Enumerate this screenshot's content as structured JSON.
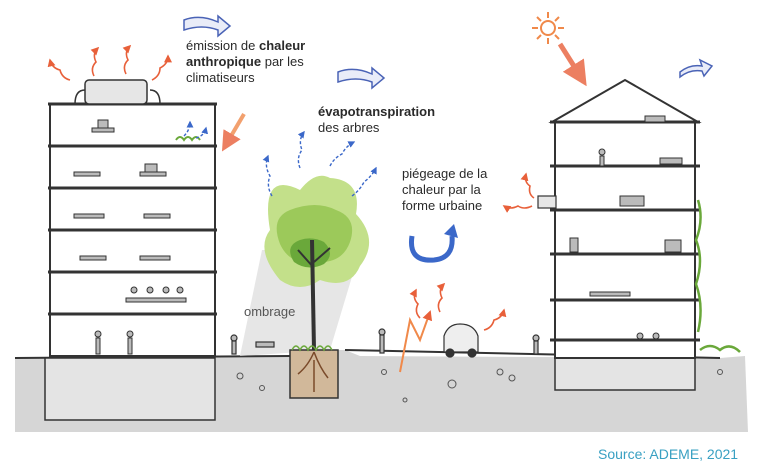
{
  "labels": {
    "emission_prefix": "émission de ",
    "emission_bold1": "chaleur",
    "emission_bold2": "anthropique",
    "emission_suffix": " par les",
    "emission_line3": "climatiseurs",
    "evapo_bold": "évapotranspiration",
    "evapo_line2": "des arbres",
    "piege_line1": "piégeage de la",
    "piege_line2": "chaleur par la",
    "piege_line3": "forme urbaine",
    "ombrage": "ombrage",
    "source": "Source: ADEME, 2021"
  },
  "colors": {
    "heat": "#e8603a",
    "air_flow": "#4a63b6",
    "evapo": "#3b68c9",
    "ground": "#d6d6d6",
    "tree_light": "#c3e08a",
    "tree_mid": "#9cc95a",
    "tree_dark": "#6aa83a",
    "trunk": "#7a4a2a",
    "sun": "#f0894a",
    "source_text": "#39a0c2"
  },
  "icons": [
    "sun-icon",
    "air-flow-arrow-icon",
    "heat-wave-icon",
    "evapotranspiration-icon",
    "swirl-arrow-icon",
    "air-conditioner-icon",
    "car-icon"
  ]
}
